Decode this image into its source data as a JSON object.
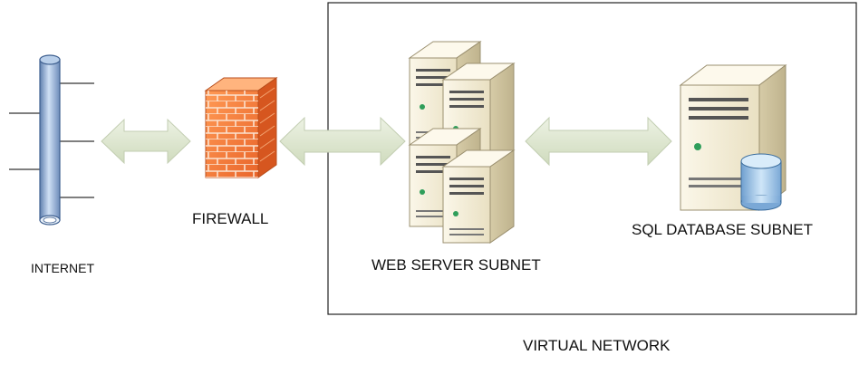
{
  "diagram": {
    "nodes": {
      "internet": {
        "label": "INTERNET",
        "icon": "internet-backbone-icon"
      },
      "firewall": {
        "label": "FIREWALL",
        "icon": "brick-firewall-icon"
      },
      "web_servers": {
        "label": "WEB SERVER SUBNET",
        "icon": "server-cluster-icon"
      },
      "sql_database": {
        "label": "SQL DATABASE SUBNET",
        "icon": "database-server-icon"
      }
    },
    "group": {
      "label": "VIRTUAL NETWORK"
    },
    "connections": [
      {
        "from": "internet",
        "to": "firewall",
        "type": "bidirectional"
      },
      {
        "from": "firewall",
        "to": "web_servers",
        "type": "bidirectional"
      },
      {
        "from": "web_servers",
        "to": "sql_database",
        "type": "bidirectional"
      }
    ],
    "colors": {
      "firewall_brick": "#f07a3a",
      "arrow_fill": "#dde6cf",
      "server_body": "#f3ecd4",
      "pipe_blue": "#9ab8dc",
      "db_cylinder": "#a8cce8"
    }
  }
}
